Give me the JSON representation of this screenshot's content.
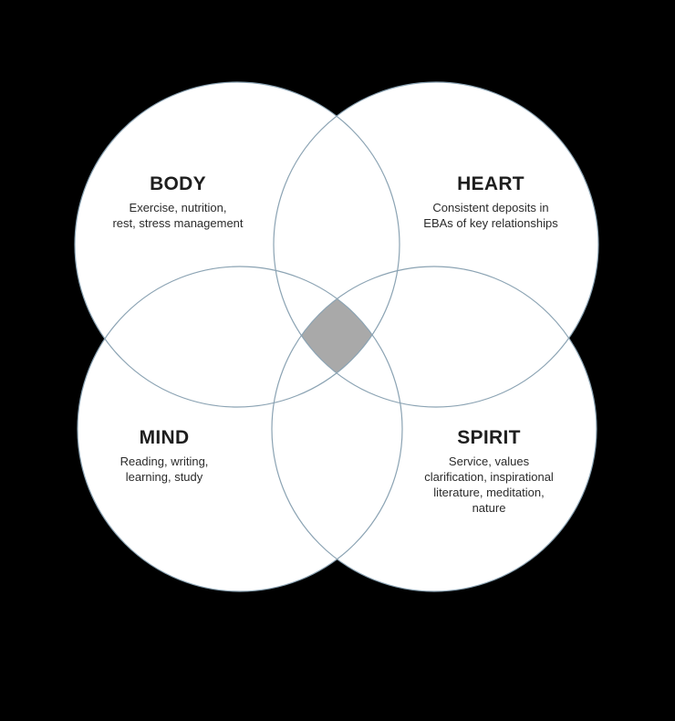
{
  "colors": {
    "background": "#000000",
    "circle_fill": "#ffffff",
    "circle_stroke": "#8ba3b3",
    "overlap_fill": "#a9a9a9"
  },
  "circles": [
    {
      "id": "body",
      "title": "BODY",
      "description": "Exercise, nutrition,\nrest, stress management"
    },
    {
      "id": "heart",
      "title": "HEART",
      "description": "Consistent deposits in\nEBAs of key relationships"
    },
    {
      "id": "mind",
      "title": "MIND",
      "description": "Reading, writing,\nlearning, study"
    },
    {
      "id": "spirit",
      "title": "SPIRIT",
      "description": "Service, values\nclarification, inspirational\nliterature, meditation,\nnature"
    }
  ]
}
